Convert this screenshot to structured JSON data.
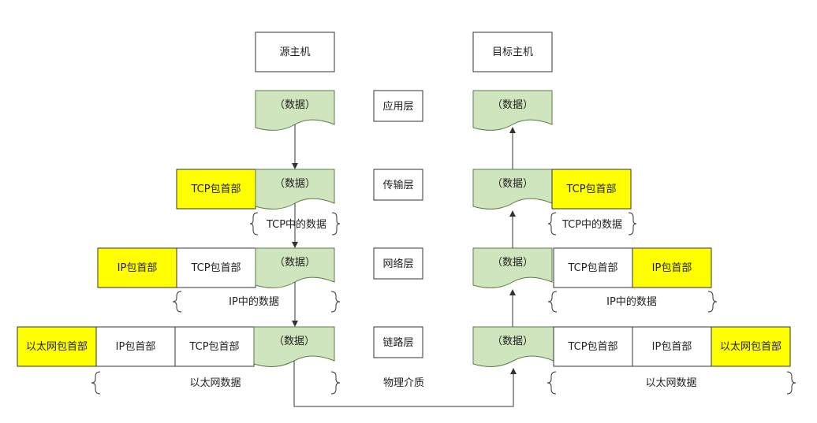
{
  "hosts": {
    "source": "源主机",
    "target": "目标主机"
  },
  "layers": {
    "app": "应用层",
    "transport": "传输层",
    "network": "网络层",
    "link": "链路层"
  },
  "medium": "物理介质",
  "data_label": "（数据）",
  "headers": {
    "tcp": "TCP包首部",
    "ip": "IP包首部",
    "eth": "以太网包首部"
  },
  "spans": {
    "tcp": "TCP中的数据",
    "ip": "IP中的数据",
    "eth": "以太网数据"
  },
  "colors": {
    "header_highlight": "#ffff00",
    "data_fill": "#cfe5bd",
    "data_stroke": "#5b7a46"
  }
}
